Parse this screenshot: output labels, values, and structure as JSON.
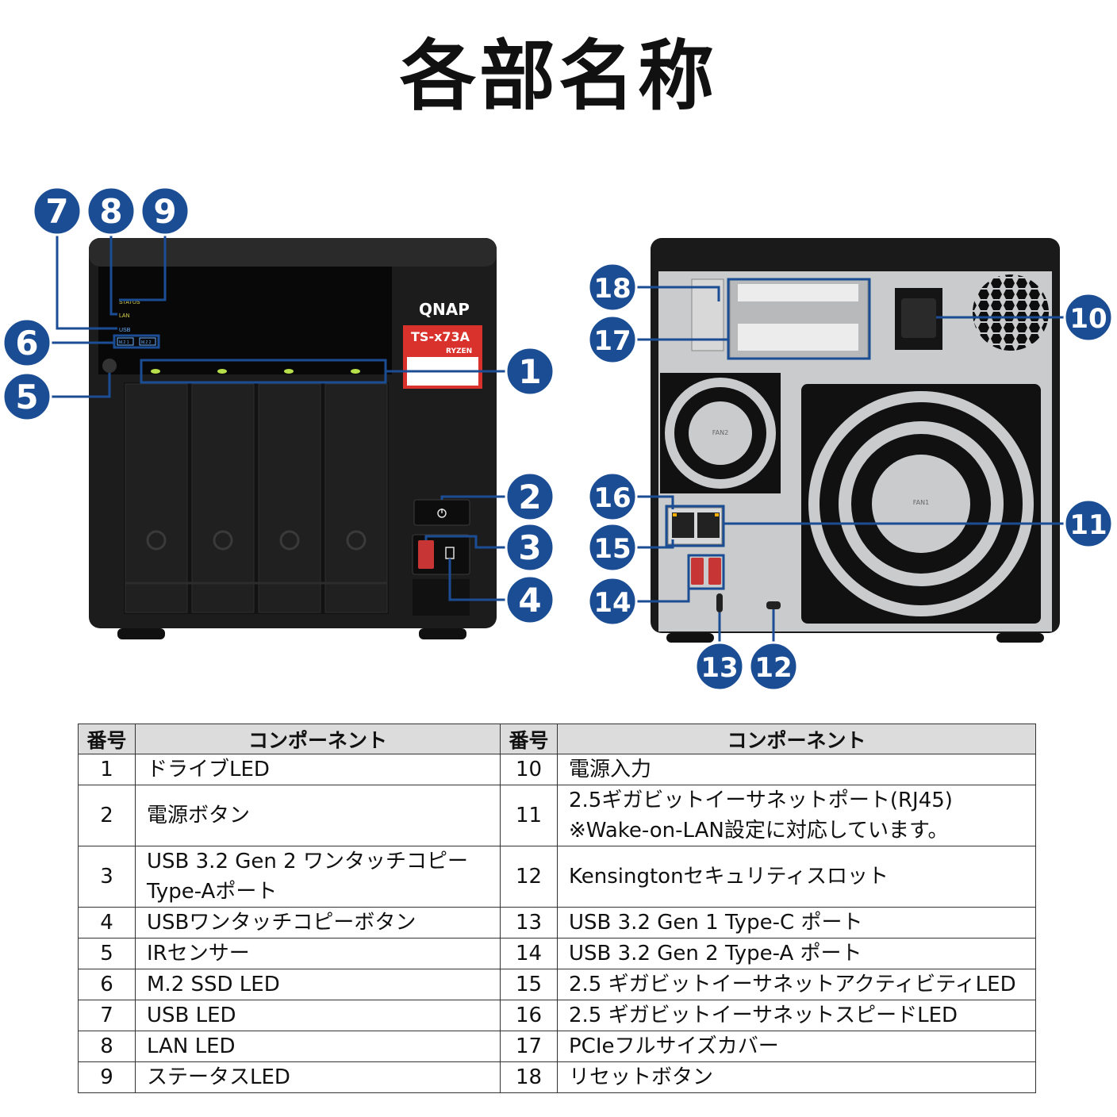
{
  "title": "各部名称",
  "device": {
    "brand": "QNAP",
    "model": "TS-x73A",
    "cpu_brand": "RYZEN",
    "led_labels": [
      "STATUS",
      "LAN",
      "USB"
    ],
    "m2_labels": [
      "M.2 1",
      "M.2 2"
    ],
    "fan_labels": [
      "FAN2",
      "FAN1"
    ]
  },
  "callouts": [
    "1",
    "2",
    "3",
    "4",
    "5",
    "6",
    "7",
    "8",
    "9",
    "10",
    "11",
    "12",
    "13",
    "14",
    "15",
    "16",
    "17",
    "18"
  ],
  "table": {
    "headers": [
      "番号",
      "コンポーネント",
      "番号",
      "コンポーネント"
    ],
    "rows": [
      {
        "num_left": "1",
        "left": [
          "ドライブLED"
        ],
        "num_right": "10",
        "right": [
          "電源入力"
        ]
      },
      {
        "num_left": "2",
        "left": [
          "電源ボタン"
        ],
        "num_right": "11",
        "right": [
          "2.5ギガビットイーサネットポート(RJ45)",
          "※Wake-on-LAN設定に対応しています。"
        ]
      },
      {
        "num_left": "3",
        "left": [
          "USB 3.2 Gen 2 ワンタッチコピー",
          "Type-Aポート"
        ],
        "num_right": "12",
        "right": [
          "Kensingtonセキュリティスロット"
        ]
      },
      {
        "num_left": "4",
        "left": [
          "USBワンタッチコピーボタン"
        ],
        "num_right": "13",
        "right": [
          "USB 3.2 Gen 1 Type-C ポート"
        ]
      },
      {
        "num_left": "5",
        "left": [
          "IRセンサー"
        ],
        "num_right": "14",
        "right": [
          "USB 3.2 Gen 2 Type-A ポート"
        ]
      },
      {
        "num_left": "6",
        "left": [
          "M.2 SSD LED"
        ],
        "num_right": "15",
        "right": [
          "2.5 ギガビットイーサネットアクティビティLED"
        ]
      },
      {
        "num_left": "7",
        "left": [
          "USB LED"
        ],
        "num_right": "16",
        "right": [
          "2.5 ギガビットイーサネットスピードLED"
        ]
      },
      {
        "num_left": "8",
        "left": [
          "LAN LED"
        ],
        "num_right": "17",
        "right": [
          "PCIeフルサイズカバー"
        ]
      },
      {
        "num_left": "9",
        "left": [
          "ステータスLED"
        ],
        "num_right": "18",
        "right": [
          "リセットボタン"
        ]
      }
    ]
  },
  "colors": {
    "callout": "#1b4d94",
    "device_body": "#1c1c1c",
    "label_red": "#d9312b",
    "header_bg": "#dcdcdc"
  }
}
